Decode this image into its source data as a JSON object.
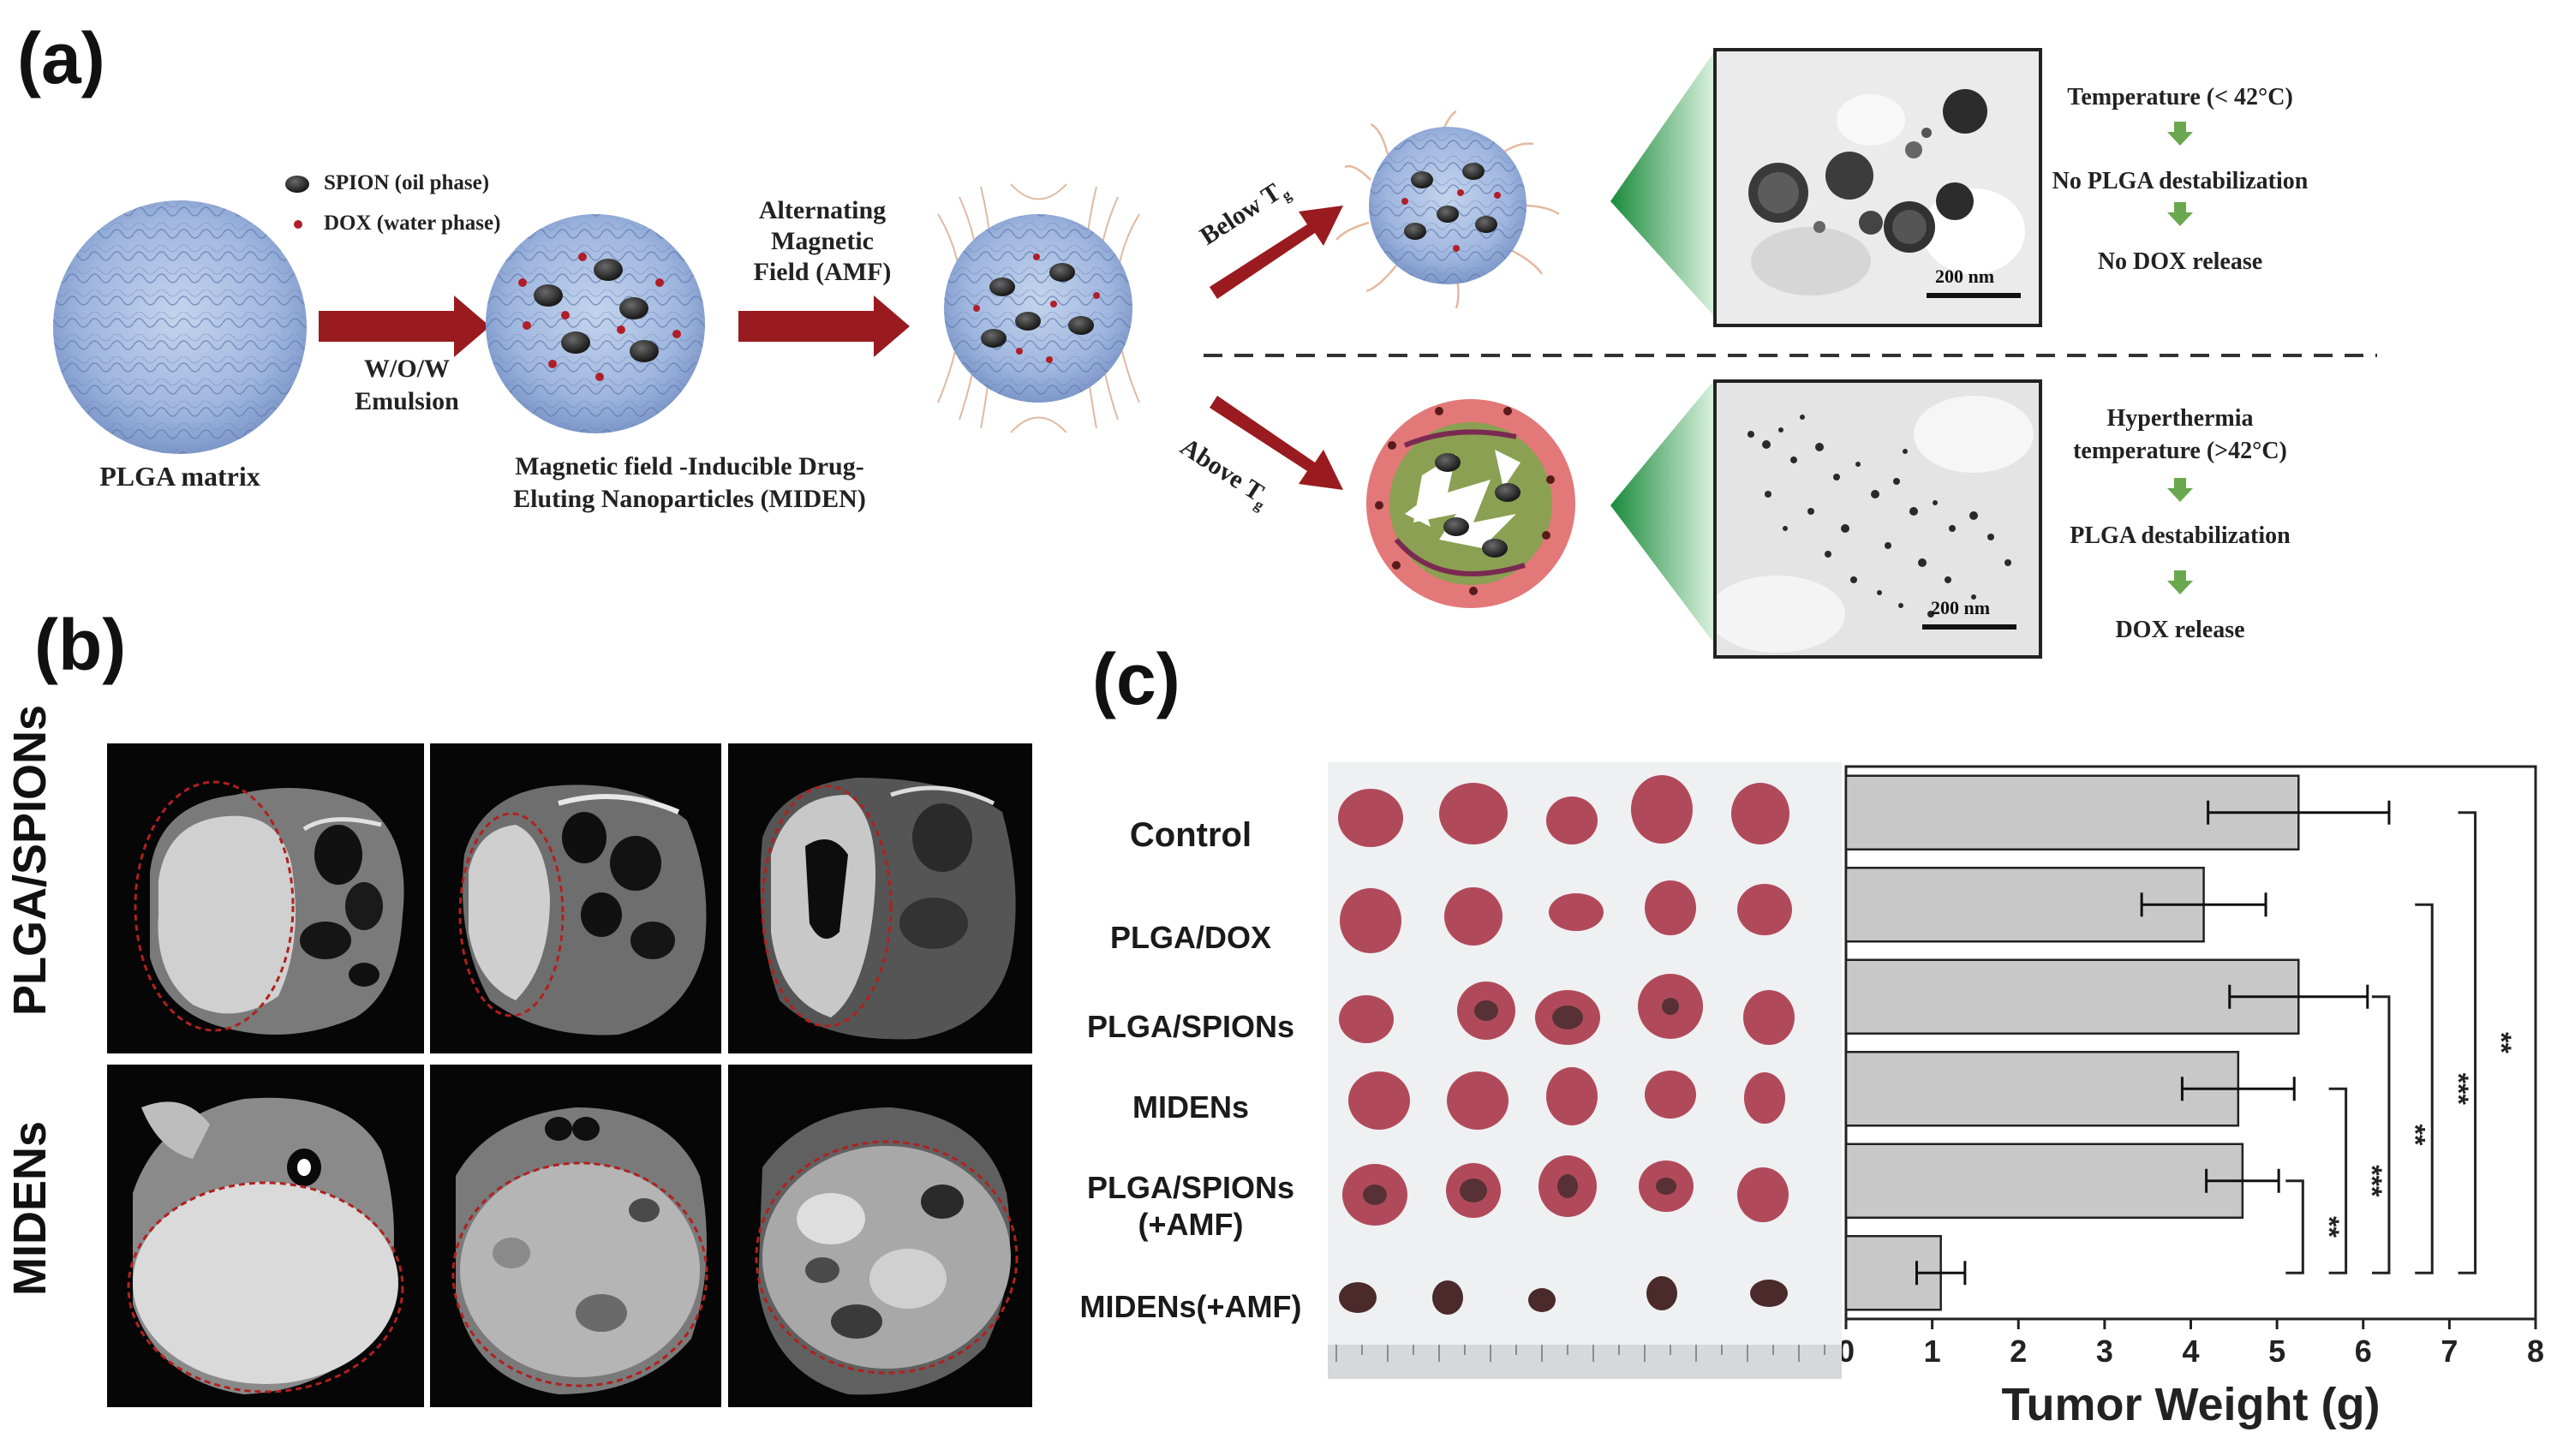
{
  "panel_a": {
    "label": "(a)",
    "legend": {
      "spion": "SPION (oil phase)",
      "dox": "DOX (water phase)"
    },
    "step1": "W/O/W\nEmulsion",
    "step2": "Alternating\nMagnetic\nField (AMF)",
    "plga_matrix": "PLGA matrix",
    "miden_caption": "Magnetic field -Inducible Drug-\nEluting Nanoparticles  (MIDEN)",
    "below": "Below T",
    "above": "Above T",
    "tg_sub": "g",
    "scale": "200 nm",
    "top_flow": [
      "Temperature (< 42°C)",
      "No PLGA destabilization",
      "No DOX release"
    ],
    "bottom_flow": [
      "Hyperthermia\ntemperature (>42°C)",
      "PLGA destabilization",
      "DOX release"
    ]
  },
  "panel_b": {
    "label": "(b)",
    "rows": [
      "PLGA/SPIONs",
      "MIDENs"
    ]
  },
  "panel_c": {
    "label": "(c)",
    "groups": [
      "Control",
      "PLGA/DOX",
      "PLGA/SPIONs",
      "MIDENs",
      "PLGA/SPIONs\n(+AMF)",
      "MIDENs(+AMF)"
    ],
    "significance": [
      "**",
      "***",
      "**",
      "***",
      "**"
    ]
  },
  "chart_data": {
    "type": "bar",
    "orientation": "horizontal",
    "categories": [
      "Control",
      "PLGA/DOX",
      "PLGA/SPIONs",
      "MIDENs",
      "PLGA/SPIONs\n(+AMF)",
      "MIDENs(+AMF)"
    ],
    "values": [
      5.25,
      4.15,
      5.25,
      4.55,
      4.6,
      1.1
    ],
    "errors": [
      1.05,
      0.72,
      0.8,
      0.65,
      0.42,
      0.28
    ],
    "xlabel": "Tumor Weight (g)",
    "xlim": [
      0,
      8
    ],
    "xticks": [
      "0",
      "1",
      "2",
      "3",
      "4",
      "5",
      "6",
      "7",
      "8"
    ],
    "bar_color": "#c8c8c8"
  }
}
